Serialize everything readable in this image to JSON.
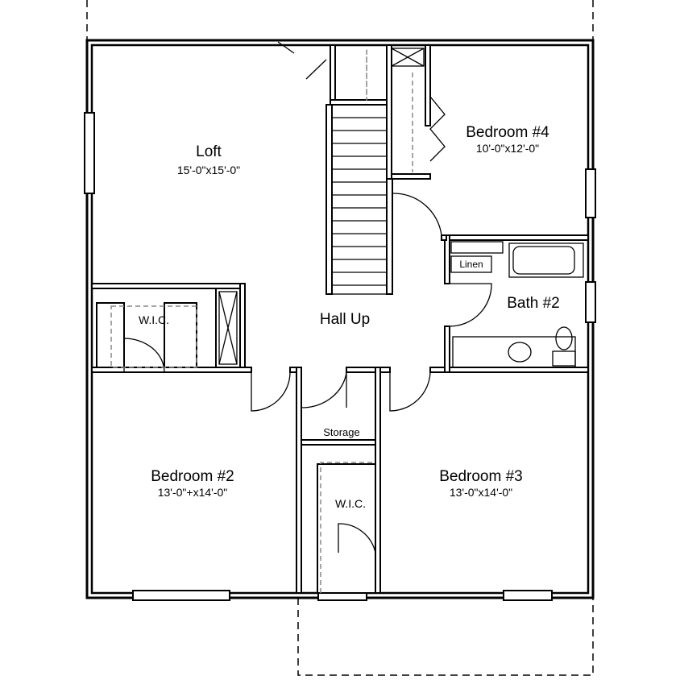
{
  "rooms": {
    "loft": {
      "name": "Loft",
      "size": "15'-0\"x15'-0\""
    },
    "bedroom4": {
      "name": "Bedroom #4",
      "size": "10'-0\"x12'-0\""
    },
    "hall": {
      "name": "Hall Up"
    },
    "bath2": {
      "name": "Bath #2"
    },
    "linen": {
      "name": "Linen"
    },
    "wic1": {
      "name": "W.I.C."
    },
    "storage": {
      "name": "Storage"
    },
    "bedroom2": {
      "name": "Bedroom #2",
      "size": "13'-0\"+x14'-0\""
    },
    "bedroom3": {
      "name": "Bedroom #3",
      "size": "13'-0\"x14'-0\""
    },
    "wic2": {
      "name": "W.I.C."
    }
  },
  "colors": {
    "line": "#000000",
    "background": "#ffffff",
    "dashed_guide": "#888888"
  }
}
